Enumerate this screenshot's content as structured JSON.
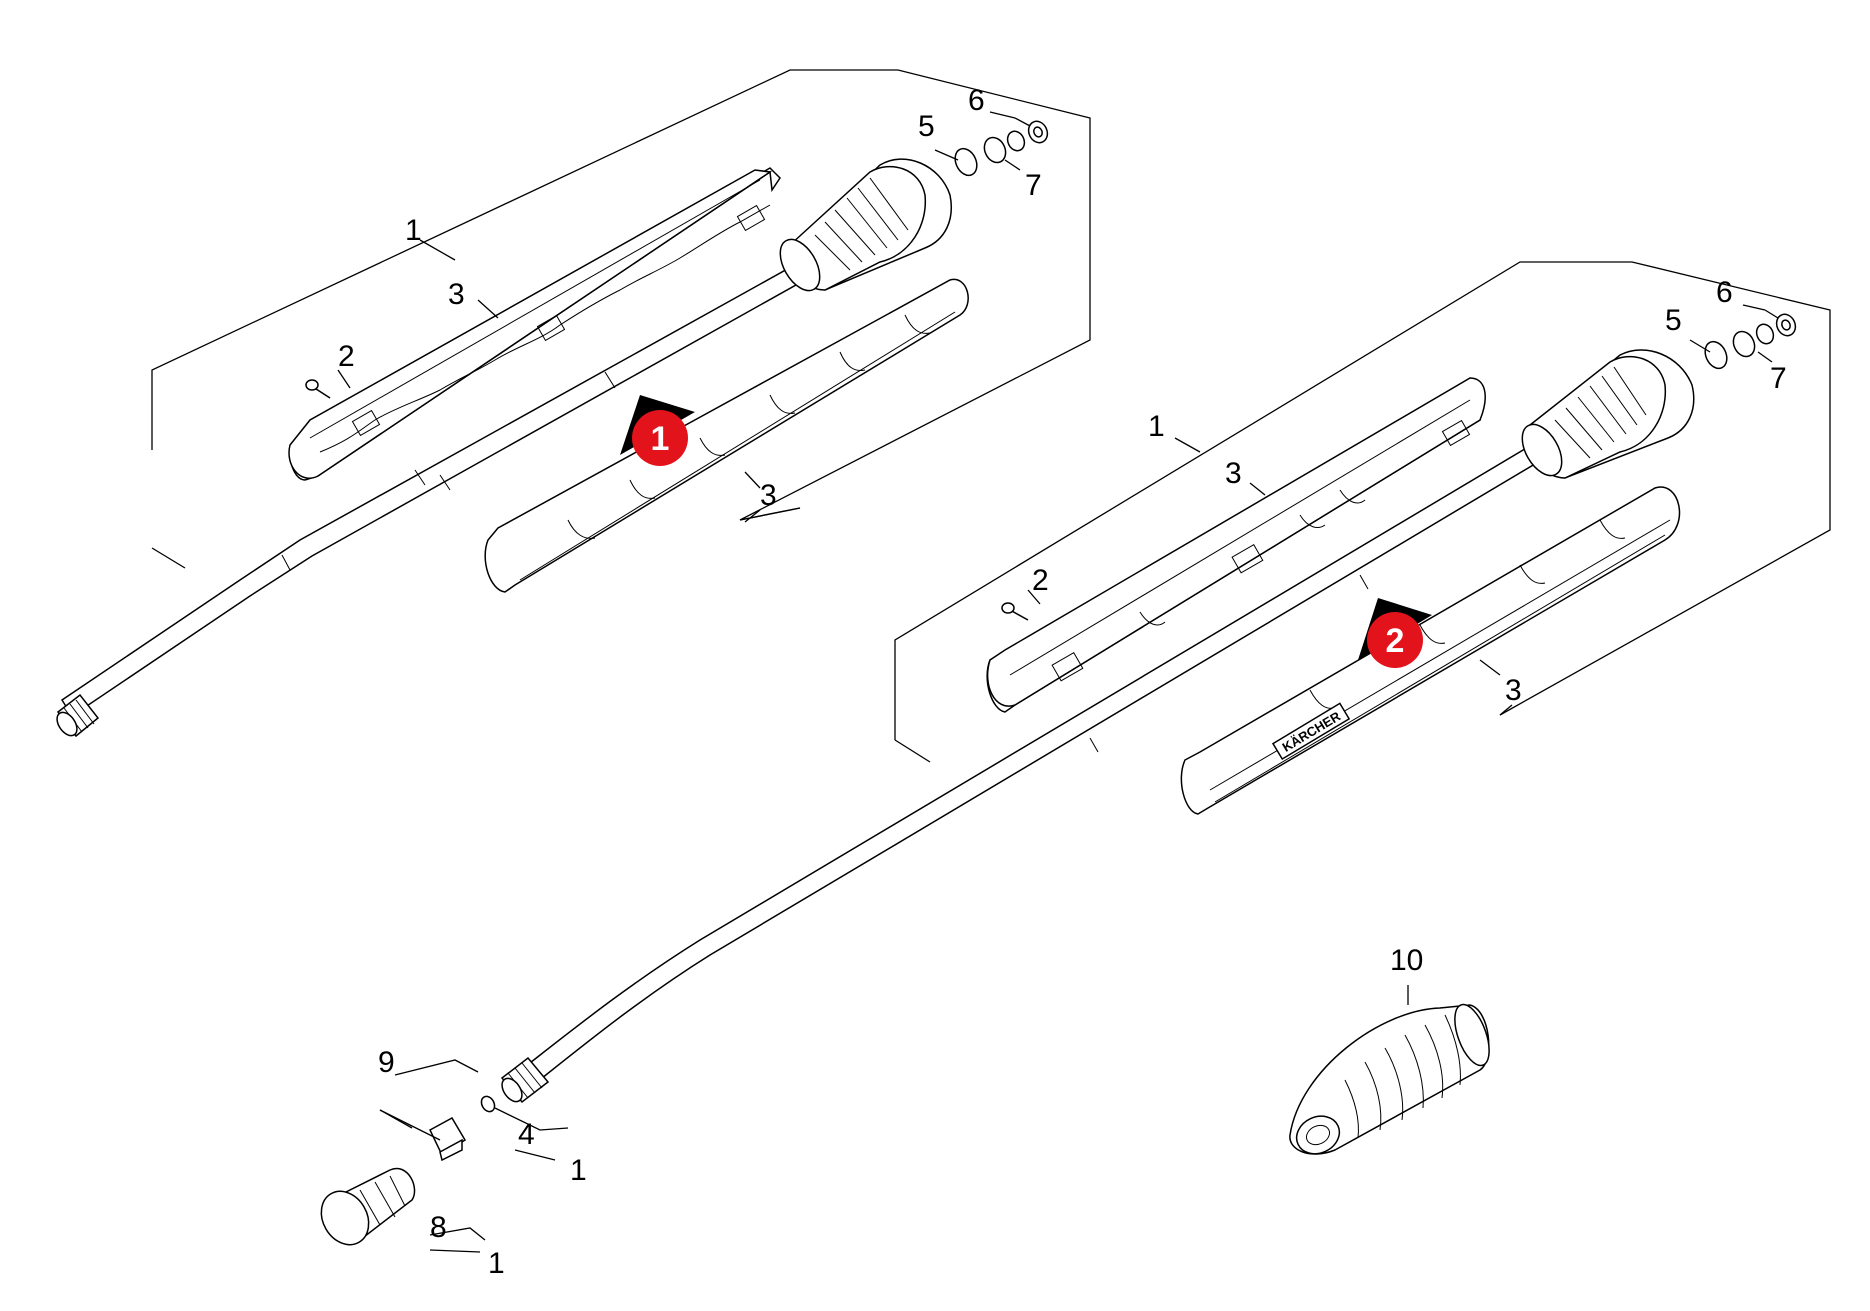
{
  "colors": {
    "line": "#000000",
    "badge_fill": "#e3131b",
    "badge_text": "#ffffff",
    "arrow": "#000000"
  },
  "assemblies": {
    "one": {
      "badge": "1",
      "callouts": {
        "frame": "1",
        "screw": "2",
        "half_shell": "3",
        "half_shell_b": "3",
        "ring": "5",
        "nut": "6",
        "oring": "7"
      }
    },
    "two": {
      "badge": "2",
      "brand_text": "KÄRCHER",
      "callouts": {
        "frame": "1",
        "screw": "2",
        "half_shell": "3",
        "half_shell_b": "3",
        "ring": "5",
        "nut": "6",
        "oring": "7"
      }
    }
  },
  "bottom_callouts": {
    "cap_ref": "9",
    "seal_ref": "4",
    "seal_qty": "1",
    "knob_ref": "8",
    "knob_qty": "1",
    "nozzle_ref": "10"
  }
}
